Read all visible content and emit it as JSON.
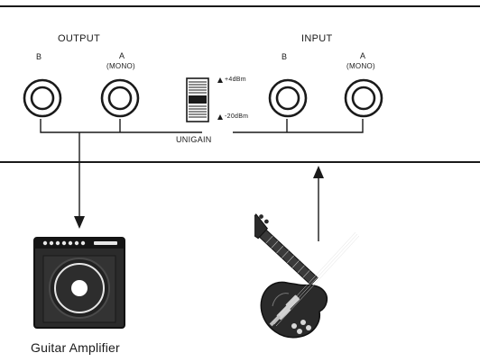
{
  "panel": {
    "output_label": "OUTPUT",
    "input_label": "INPUT",
    "output_b_label": "B",
    "output_a_label": "A",
    "output_a_mono": "(MONO)",
    "input_b_label": "B",
    "input_a_label": "A",
    "input_a_mono": "(MONO)",
    "level_high": "+4dBm",
    "level_low": "-20dBm",
    "switch_label": "UNIGAIN"
  },
  "devices": {
    "amp_label": "Guitar Amplifier"
  },
  "colors": {
    "ink": "#1a1a1a",
    "background": "#ffffff",
    "amp_body": "#2b2b2b",
    "guitar_body": "#2a2a2a"
  },
  "icons": {
    "output_jack_b": "quarter-inch-jack-icon",
    "output_jack_a": "quarter-inch-jack-icon",
    "input_jack_b": "quarter-inch-jack-icon",
    "input_jack_a": "quarter-inch-jack-icon",
    "switch": "slide-switch-icon",
    "amplifier": "guitar-amplifier-icon",
    "guitar": "electric-guitar-icon"
  }
}
